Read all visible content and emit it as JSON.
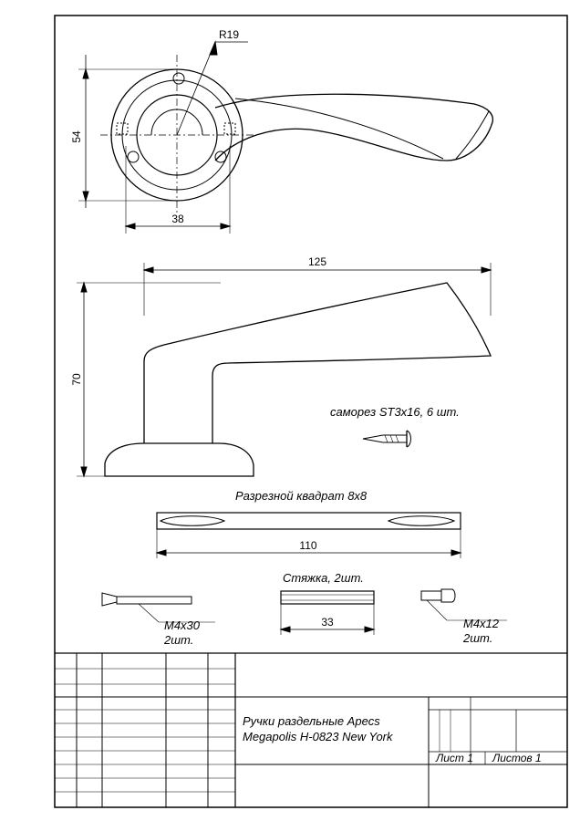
{
  "drawing": {
    "top_view": {
      "radius_label": "R19",
      "height_dim": "54",
      "width_dim": "38"
    },
    "side_view": {
      "length_dim": "125",
      "height_dim": "70"
    },
    "screw": {
      "label": "саморез ST3x16, 6 шт."
    },
    "spindle": {
      "label": "Разрезной квадрат 8x8",
      "length_dim": "110"
    },
    "bolt_long": {
      "label_size": "M4x30",
      "label_qty": "2шт."
    },
    "tie": {
      "label": "Стяжка, 2шт.",
      "length_dim": "33"
    },
    "bolt_short": {
      "label_size": "M4x12",
      "label_qty": "2шт."
    }
  },
  "title_block": {
    "product_line1": "Ручки раздельные Apecs",
    "product_line2": "Megapolis H-0823 New York",
    "sheet": "Лист 1",
    "sheets_total": "Листов 1"
  }
}
